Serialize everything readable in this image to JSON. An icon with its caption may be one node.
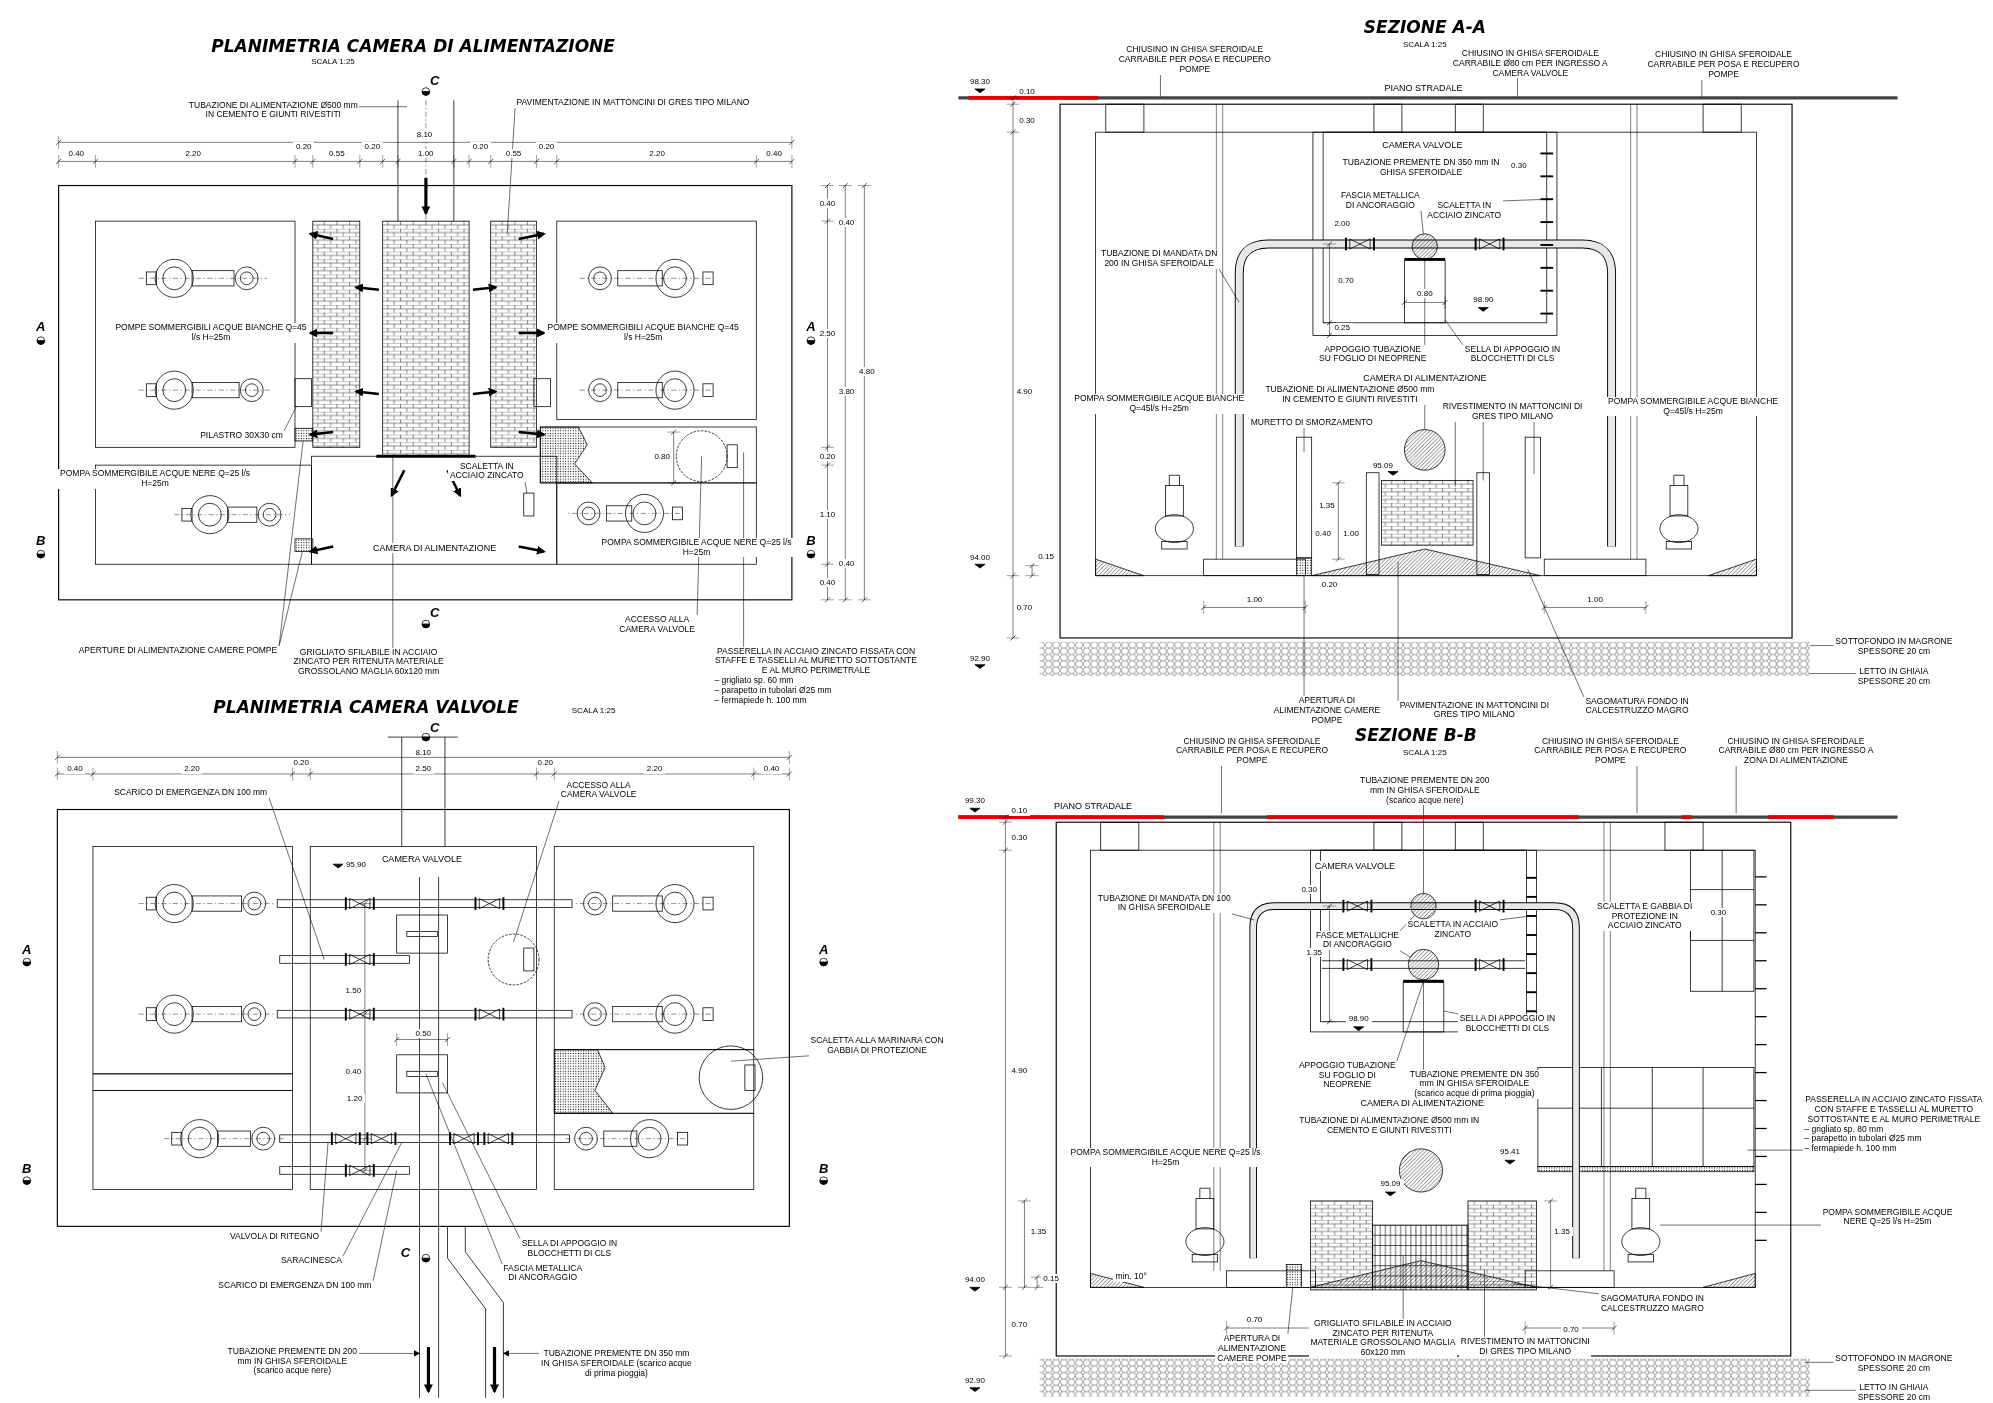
{
  "diagram": {
    "nodes": [
      {
        "text": [
          "TUBAZIONE DI ALIMENTAZIONE Ø500 mm IN CEMENTO E GIUNTI RIVESTITI"
        ]
      },
      {
        "text": [
          "PAVIMENTAZIONE IN MATTONCINI DI GRES TIPO MILANO"
        ]
      },
      {
        "text": [
          "PILASTRO 30X30 cm"
        ]
      },
      {
        "text": [
          "SCALETTA IN ACCIAIO ZINCATO"
        ]
      },
      {
        "text": [
          "APERTURE DI ALIMENTAZIONE CAMERE POMPE"
        ]
      },
      {
        "text": [
          "GRIGLIATO SFILABILE IN ACCIAIO ZINCATO PER RITENUTA MATERIALE GROSSOLANO MAGLIA 60x120 mm"
        ]
      },
      {
        "text": [
          "ACCESSO ALLA CAMERA VALVOLE"
        ]
      },
      {
        "text": [
          "PASSERELLA IN ACCIAIO ZINCATO FISSATA CON STAFFE E TASSELLI AL MURETTO SOTTOSTANTE E AL MURO PERIMETRALE",
          "– grigliato sp. 60 mm",
          "– parapetto in tubolari Ø25 mm",
          "– fermapiede h. 100 mm"
        ]
      },
      {
        "text": [
          "CHIUSINO IN GHISA SFEROIDALE CARRABILE PER POSA E RECUPERO POMPE"
        ]
      },
      {
        "text": [
          "CHIUSINO IN GHISA SFEROIDALE CARRABILE Ø80 cm PER INGRESSO A CAMERA VALVOLE"
        ]
      },
      {
        "text": [
          "CHIUSINO IN GHISA SFEROIDALE CARRABILE PER POSA E RECUPERO POMPE"
        ]
      },
      {
        "text": [
          "FASCIA METALLICA DI ANCORAGGIO"
        ]
      },
      {
        "text": [
          "SCALETTA IN ACCIAIO ZINCATO"
        ]
      },
      {
        "text": [
          "TUBAZIONE DI MANDATA DN 200 IN GHISA SFEROIDALE"
        ]
      },
      {
        "text": [
          "APPOGGIO TUBAZIONE SU FOGLIO DI NEOPRENE"
        ]
      },
      {
        "text": [
          "SELLA DI APPOGGIO IN BLOCCHETTI DI CLS"
        ]
      },
      {
        "text": [
          "TUBAZIONE DI ALIMENTAZIONE Ø500 mm IN CEMENTO E GIUNTI RIVESTITI"
        ]
      },
      {
        "text": [
          "MURETTO DI SMORZAMENTO"
        ]
      },
      {
        "text": [
          "RIVESTIMENTO IN MATTONCINI DI GRES TIPO MILANO"
        ]
      },
      {
        "text": [
          "APERTURA DI ALIMENTAZIONE CAMERE POMPE"
        ]
      },
      {
        "text": [
          "PAVIMENTAZIONE IN MATTONCINI DI GRES TIPO MILANO"
        ]
      },
      {
        "text": [
          "SAGOMATURA FONDO IN CALCESTRUZZO MAGRO"
        ]
      },
      {
        "text": [
          "SOTTOFONDO IN MAGRONE SPESSORE 20 cm"
        ]
      },
      {
        "text": [
          "LETTO IN GHIAIA SPESSORE 20 cm"
        ]
      },
      {
        "text": [
          "SCARICO DI EMERGENZA DN 100 mm"
        ]
      },
      {
        "text": [
          "ACCESSO ALLA CAMERA VALVOLE"
        ]
      },
      {
        "text": [
          "SCALETTA ALLA MARINARA CON GABBIA DI PROTEZIONE"
        ]
      },
      {
        "text": [
          "VALVOLA DI RITEGNO"
        ]
      },
      {
        "text": [
          "SARACINESCA"
        ]
      },
      {
        "text": [
          "SCARICO DI EMERGENZA DN 100 mm"
        ]
      },
      {
        "text": [
          "SELLA DI APPOGGIO IN BLOCCHETTI DI CLS"
        ]
      },
      {
        "text": [
          "FASCIA METALLICA DI ANCORAGGIO"
        ]
      },
      {
        "text": [
          "TUBAZIONE PREMENTE DN 200 mm IN GHISA SFEROIDALE (scarico acque nere)"
        ]
      },
      {
        "text": [
          "TUBAZIONE PREMENTE DN 350 mm IN GHISA SFEROIDALE (scarico acque di prima pioggia)"
        ]
      },
      {
        "text": [
          "CHIUSINO IN GHISA SFEROIDALE CARRABILE PER POSA E RECUPERO POMPE"
        ]
      },
      {
        "text": [
          "CHIUSINO IN GHISA SFEROIDALE CARRABILE PER POSA E RECUPERO POMPE"
        ]
      },
      {
        "text": [
          "CHIUSINO IN GHISA SFEROIDALE CARRABILE Ø80 cm PER INGRESSO A ZONA DI ALIMENTAZIONE"
        ]
      },
      {
        "text": [
          "TUBAZIONE PREMENTE DN 200 mm IN GHISA SFEROIDALE (scarico acque nere)"
        ]
      },
      {
        "text": [
          "TUBAZIONE DI MANDATA DN 100 IN GHISA SFEROIDALE"
        ]
      },
      {
        "text": [
          "SCALETTA IN ACCIAIO ZINCATO"
        ]
      },
      {
        "text": [
          "FASCE METALLICHE DI ANCORAGGIO"
        ]
      },
      {
        "text": [
          "SCALETTA E GABBIA DI PROTEZIONE IN ACCIAIO ZINCATO"
        ]
      },
      {
        "text": [
          "SELLA DI APPOGGIO IN BLOCCHETTI DI CLS"
        ]
      },
      {
        "text": [
          "APPOGGIO TUBAZIONE SU FOGLIO DI NEOPRENE"
        ]
      },
      {
        "text": [
          "TUBAZIONE PREMENTE DN 350 mm IN GHISA SFEROIDALE (scarico acque di prima pioggia)"
        ]
      },
      {
        "text": [
          "PASSERELLA IN ACCIAIO ZINCATO FISSATA CON STAFFE E TASSELLI AL MURETTO SOTTOSTANTE E AL MURO PERIMETRALE",
          "– grigliato sp. 80 mm",
          "– parapetto in tubolari Ø25 mm",
          "– fermapiede h. 100 mm"
        ]
      },
      {
        "text": [
          "POMPA SOMMERGIBILE ACQUE NERE Q=25 l/s H=25m"
        ]
      },
      {
        "text": [
          "APERTURA DI ALIMENTAZIONE CAMERE POMPE"
        ]
      },
      {
        "text": [
          "GRIGLIATO SFILABILE IN ACCIAIO ZINCATO PER RITENUTA MATERIALE GROSSOLANO MAGLIA 60x120 mm"
        ]
      },
      {
        "text": [
          "RIVESTIMENTO IN MATTONCINI DI GRES TIPO MILANO"
        ]
      },
      {
        "text": [
          "SAGOMATURA FONDO IN CALCESTRUZZO MAGRO"
        ]
      },
      {
        "text": [
          "SOTTOFONDO IN MAGRONE SPESSORE 20 cm"
        ]
      },
      {
        "text": [
          "LETTO IN GHIAIA SPESSORE 20 cm"
        ]
      },
      {
        "text": [],
        "shape": "box"
      },
      {
        "text": [],
        "shape": "box"
      },
      {
        "text": [],
        "shape": "box"
      },
      {
        "text": [],
        "shape": "box"
      },
      {
        "text": [],
        "shape": "circle"
      },
      {
        "text": [],
        "shape": "bar"
      },
      {
        "text": [],
        "shape": "bar"
      },
      {
        "text": [],
        "shape": "box"
      },
      {
        "text": [],
        "shape": "circle"
      },
      {
        "text": [],
        "shape": "box"
      },
      {
        "text": [],
        "shape": "bar"
      },
      {
        "text": [],
        "shape": "circle"
      },
      {
        "text": [],
        "shape": "picture"
      },
      {
        "text": [],
        "shape": "box"
      },
      {
        "text": [],
        "shape": "circle"
      },
      {
        "text": [],
        "shape": "box"
      },
      {
        "text": [],
        "shape": "bar"
      }
    ],
    "edges": [
      {
        "from": 0,
        "to": null,
        "arrow": "none"
      },
      {
        "from": 1,
        "to": null,
        "arrow": "none"
      },
      {
        "from": 2,
        "to": 54,
        "arrow": "none"
      },
      {
        "from": 3,
        "to": 56,
        "arrow": "none"
      },
      {
        "from": 4,
        "to": 55,
        "arrow": "none"
      },
      {
        "from": 4,
        "to": 60,
        "arrow": "none"
      },
      {
        "from": 5,
        "to": null,
        "arrow": "none"
      },
      {
        "from": 6,
        "to": null,
        "arrow": "none"
      },
      {
        "from": 7,
        "to": null,
        "arrow": "none"
      },
      {
        "from": 8,
        "to": null,
        "arrow": "none"
      },
      {
        "from": 9,
        "to": null,
        "arrow": "none"
      },
      {
        "from": 10,
        "to": null,
        "arrow": "none"
      },
      {
        "from": 11,
        "to": 57,
        "arrow": "none"
      },
      {
        "from": 12,
        "to": 58,
        "arrow": "none"
      },
      {
        "from": 13,
        "to": null,
        "arrow": "none"
      },
      {
        "from": 14,
        "to": 59,
        "arrow": "none"
      },
      {
        "from": 15,
        "to": 53,
        "arrow": "none"
      },
      {
        "from": 16,
        "to": 61,
        "arrow": "none"
      },
      {
        "from": 17,
        "to": null,
        "arrow": "none"
      },
      {
        "from": 18,
        "to": null,
        "arrow": "none"
      },
      {
        "from": 18,
        "to": null,
        "arrow": "none"
      },
      {
        "from": 18,
        "to": null,
        "arrow": "none"
      },
      {
        "from": 19,
        "to": 62,
        "arrow": "none"
      },
      {
        "from": 20,
        "to": null,
        "arrow": "none"
      },
      {
        "from": 21,
        "to": null,
        "arrow": "none"
      },
      {
        "from": 22,
        "to": null,
        "arrow": "none"
      },
      {
        "from": 23,
        "to": null,
        "arrow": "none"
      },
      {
        "from": 24,
        "to": null,
        "arrow": "none"
      },
      {
        "from": 25,
        "to": null,
        "arrow": "none"
      },
      {
        "from": 26,
        "to": null,
        "arrow": "none"
      },
      {
        "from": 27,
        "to": null,
        "arrow": "none"
      },
      {
        "from": 28,
        "to": null,
        "arrow": "none"
      },
      {
        "from": 29,
        "to": null,
        "arrow": "none"
      },
      {
        "from": 30,
        "to": null,
        "arrow": "none"
      },
      {
        "from": 31,
        "to": null,
        "arrow": "none"
      },
      {
        "from": 32,
        "to": null,
        "arrow": "to"
      },
      {
        "from": 33,
        "to": null,
        "arrow": "to"
      },
      {
        "from": 34,
        "to": null,
        "arrow": "none"
      },
      {
        "from": 35,
        "to": null,
        "arrow": "none"
      },
      {
        "from": 36,
        "to": null,
        "arrow": "none"
      },
      {
        "from": 37,
        "to": 64,
        "arrow": "none"
      },
      {
        "from": 38,
        "to": null,
        "arrow": "none"
      },
      {
        "from": 39,
        "to": 63,
        "arrow": "none"
      },
      {
        "from": 40,
        "to": 64,
        "arrow": "none"
      },
      {
        "from": 40,
        "to": 67,
        "arrow": "none"
      },
      {
        "from": 41,
        "to": null,
        "arrow": "none"
      },
      {
        "from": 42,
        "to": 66,
        "arrow": "none"
      },
      {
        "from": 43,
        "to": 69,
        "arrow": "none"
      },
      {
        "from": 44,
        "to": 67,
        "arrow": "none"
      },
      {
        "from": 45,
        "to": null,
        "arrow": "none"
      },
      {
        "from": 46,
        "to": 65,
        "arrow": "none"
      },
      {
        "from": 47,
        "to": 68,
        "arrow": "none"
      },
      {
        "from": 48,
        "to": null,
        "arrow": "none"
      },
      {
        "from": 49,
        "to": null,
        "arrow": "none"
      },
      {
        "from": 50,
        "to": null,
        "arrow": "none"
      },
      {
        "from": 51,
        "to": null,
        "arrow": "none"
      },
      {
        "from": 52,
        "to": null,
        "arrow": "none"
      }
    ],
    "labels": [
      "PLANIMETRIA CAMERA DI ALIMENTAZIONE",
      "SCALA 1:25",
      "C",
      "8.10",
      "0.40",
      "2.20",
      "0.20",
      "0.55",
      "0.20",
      "1.00",
      "0.20",
      "0.55",
      "0.20",
      "2.20",
      "0.40",
      "A",
      "POMPE SOMMERGIBILI ACQUE BIANCHE Q=45 l/s H=25m",
      "POMPE SOMMERGIBILI ACQUE BIANCHE Q=45 l/s H=25m",
      "A",
      "POMPA SOMMERGIBILE ACQUE NERE Q=25 l/s H=25m",
      "B",
      "CAMERA DI ALIMENTAZIONE",
      "POMPA SOMMERGIBILE ACQUE NERE Q=25 l/s H=25m",
      "B",
      "0.80",
      "0.40",
      "2.50",
      "0.20",
      "1.10",
      "0.40",
      "0.40",
      "3.80",
      "0.40",
      "4.80",
      "C",
      "SEZIONE A-A",
      "SCALA 1:25",
      "98.30",
      "0.10",
      "PIANO STRADALE",
      "0.30",
      "CAMERA VALVOLE",
      "TUBAZIONE PREMENTE DN 350 mm IN GHISA SFEROIDALE",
      "0.30",
      "2.00",
      "0.70",
      "0.80",
      "98.90",
      "0.25",
      "CAMERA DI ALIMENTAZIONE",
      "4.90",
      "POMPA SOMMERGIBILE ACQUE BIANCHE Q=45l/s H=25m",
      "POMPA SOMMERGIBILE ACQUE BIANCHE Q=45l/s H=25m",
      "95.09",
      "1.35",
      "0.40",
      "1.00",
      "94.00",
      "0.15",
      "0.20",
      "0.70",
      "1.00",
      "1.00",
      "92.90",
      "PLANIMETRIA CAMERA VALVOLE",
      "SCALA 1:25",
      "C",
      "8.10",
      "0.40",
      "2.20",
      "0.20",
      "2.50",
      "0.20",
      "2.20",
      "0.40",
      "CAMERA VALVOLE",
      "95.90",
      "A",
      "A",
      "1.50",
      "0.50",
      "0.40",
      "1.20",
      "B",
      "B",
      "C",
      "SEZIONE B-B",
      "SCALA 1:25",
      "99.30",
      "0.10",
      "PIANO STRADALE",
      "0.30",
      "CAMERA VALVOLE",
      "0.30",
      "0.30",
      "1.35",
      "98.90",
      "4.90",
      "CAMERA DI ALIMENTAZIONE",
      "TUBAZIONE DI ALIMENTAZIONE Ø500 mm IN CEMENTO E GIUNTI RIVESTITI",
      "POMPA SOMMERGIBILE ACQUE NERE Q=25 l/s H=25m",
      "95.41",
      "95.09",
      "1.35",
      "1.35",
      "94.00",
      "0.15",
      "min. 10°",
      "0.70",
      "0.70",
      "0.70",
      "92.90"
    ]
  }
}
